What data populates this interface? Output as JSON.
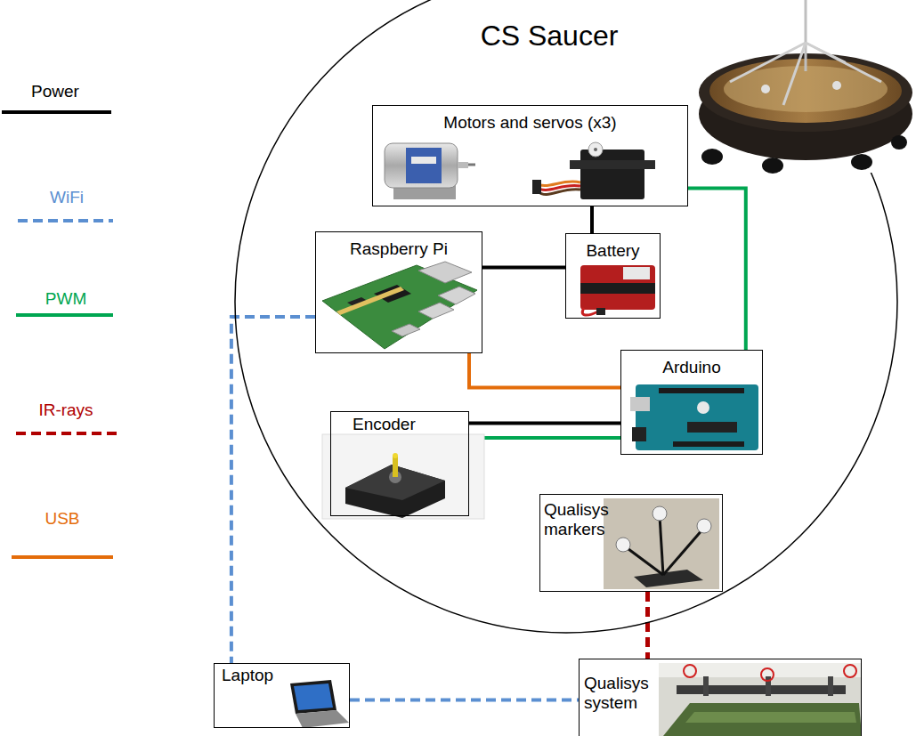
{
  "diagram": {
    "nodes": [
      {
        "text": [
          "CS Saucer"
        ]
      },
      {
        "text": [
          "Motors and servos (x3)"
        ],
        "in": 0
      },
      {
        "text": [
          "Raspberry Pi"
        ],
        "in": 0
      },
      {
        "text": [
          "Battery"
        ],
        "in": 0
      },
      {
        "text": [
          "Arduino"
        ],
        "in": 0
      },
      {
        "text": [
          "Encoder"
        ],
        "in": 0
      },
      {
        "text": [
          "Qualisys markers"
        ],
        "in": 0
      },
      {
        "text": [
          "Laptop"
        ]
      },
      {
        "text": [
          "Qualisys system"
        ]
      }
    ],
    "edges": [
      {
        "from": 1,
        "to": 3,
        "arrow": "none"
      },
      {
        "from": 2,
        "to": 3,
        "arrow": "none"
      },
      {
        "from": 1,
        "to": 4,
        "arrow": "none"
      },
      {
        "from": 2,
        "to": 4,
        "arrow": "none"
      },
      {
        "from": 5,
        "to": 4,
        "arrow": "none"
      },
      {
        "from": 5,
        "to": 4,
        "arrow": "none"
      },
      {
        "from": 2,
        "to": 7,
        "arrow": "none"
      },
      {
        "from": 6,
        "to": 8,
        "arrow": "none"
      },
      {
        "from": 7,
        "to": 8,
        "arrow": "none"
      }
    ],
    "legend": [
      {
        "text": "Power"
      },
      {
        "text": "WiFi"
      },
      {
        "text": "PWM"
      },
      {
        "text": "IR-rays"
      },
      {
        "text": "USB"
      }
    ]
  }
}
